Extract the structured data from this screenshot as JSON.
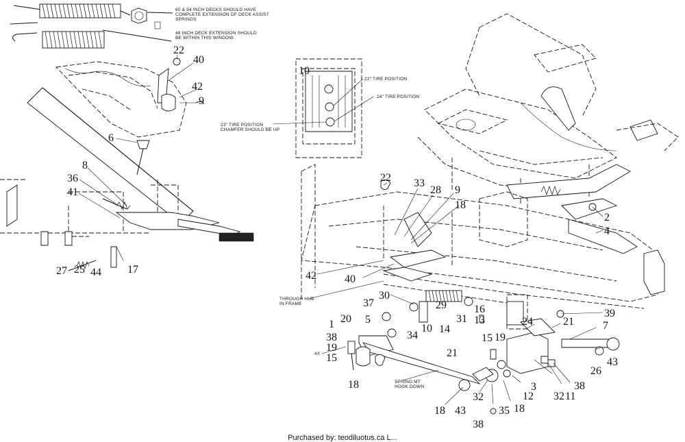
{
  "notes": {
    "deck_assist": [
      "60 & 54 INCH DECKS SHOULD HAVE",
      "COMPLETE EXTENSION OF DECK ASSIST",
      "SPRINGS"
    ],
    "deck48": [
      "48 INCH DECK EXTENSION SHOULD",
      "BE WITHIN THIS WINDOW"
    ],
    "tire22": "22\" TIRE POSITION",
    "tire24": "24\" TIRE POSITION",
    "tire23": [
      "23\" TIRE POSITION",
      "CHAMFER SHOULD BE UP"
    ],
    "hub": [
      "THROUGH HUB",
      "IN FRAME"
    ],
    "spring": [
      "SPRING MT",
      "HOOK DOWN"
    ],
    "qty4x": "4X"
  },
  "callouts": {
    "c22a": "22",
    "c40a": "40",
    "c42a": "42",
    "c9a": "9",
    "c6": "6",
    "c8": "8",
    "c36": "36",
    "c41": "41",
    "c27": "27",
    "c25": "25",
    "c44": "44",
    "c17": "17",
    "c10a": "10",
    "c22b": "22",
    "c33": "33",
    "c28": "28",
    "c9b": "9",
    "c18a": "18",
    "c2": "2",
    "c4": "4",
    "c42b": "42",
    "c40b": "40",
    "c30": "30",
    "c29": "29",
    "c16": "16",
    "c31": "31",
    "c13": "13",
    "c39": "39",
    "c37": "37",
    "c5": "5",
    "c10b": "10",
    "c14": "14",
    "c1": "1",
    "c20": "20",
    "c38a": "38",
    "c19a": "19",
    "c15a": "15",
    "c34": "34",
    "c18b": "18",
    "c24": "24",
    "c21a": "21",
    "c7": "7",
    "c15b": "15",
    "c19b": "19",
    "c21b": "21",
    "c26": "26",
    "c43a": "43",
    "c38b": "38",
    "c11": "11",
    "c32a": "32",
    "c3": "3",
    "c12": "12",
    "c18c": "18",
    "c32b": "32",
    "c35": "35",
    "c18d": "18",
    "c43b": "43",
    "c38c": "38"
  },
  "footer": "Purchased by: teodiluotus.ca L..."
}
